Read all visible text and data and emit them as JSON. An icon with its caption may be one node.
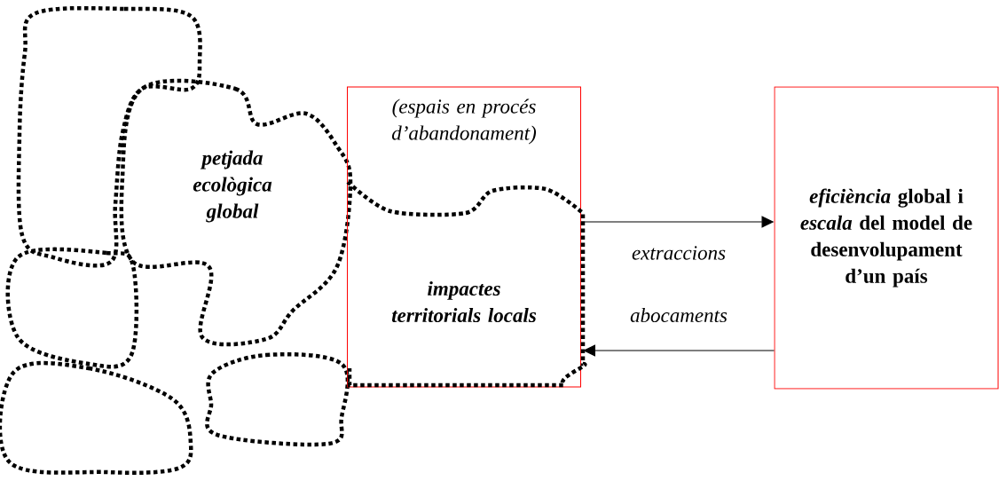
{
  "diagram": {
    "nodes": [
      {
        "text": [
          "(espais en procés d’abandonament)"
        ]
      },
      {
        "text": [
          "impactes territorials locals"
        ],
        "in": 0
      },
      {
        "text": [
          "*eficiència* global i *escala* del model de desenvolupament d’un país"
        ]
      }
    ],
    "edges": [
      {
        "from": 0,
        "to": 2,
        "arrow": "to",
        "label": "extraccions"
      },
      {
        "from": 2,
        "to": 0,
        "arrow": "to",
        "label": "abocaments"
      }
    ],
    "labels": [
      "petjada ecològica global"
    ]
  }
}
